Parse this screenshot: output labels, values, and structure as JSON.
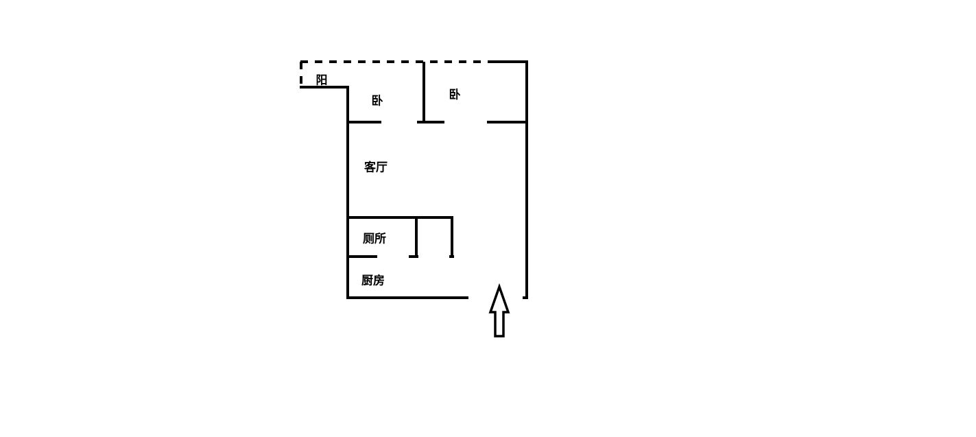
{
  "floor_plan": {
    "rooms": {
      "balcony": "阳",
      "bedroom_left": "卧",
      "bedroom_right": "卧",
      "living_room": "客厅",
      "toilet": "厕所",
      "kitchen": "厨房"
    },
    "entrance_arrow": "arrow-up-icon"
  }
}
